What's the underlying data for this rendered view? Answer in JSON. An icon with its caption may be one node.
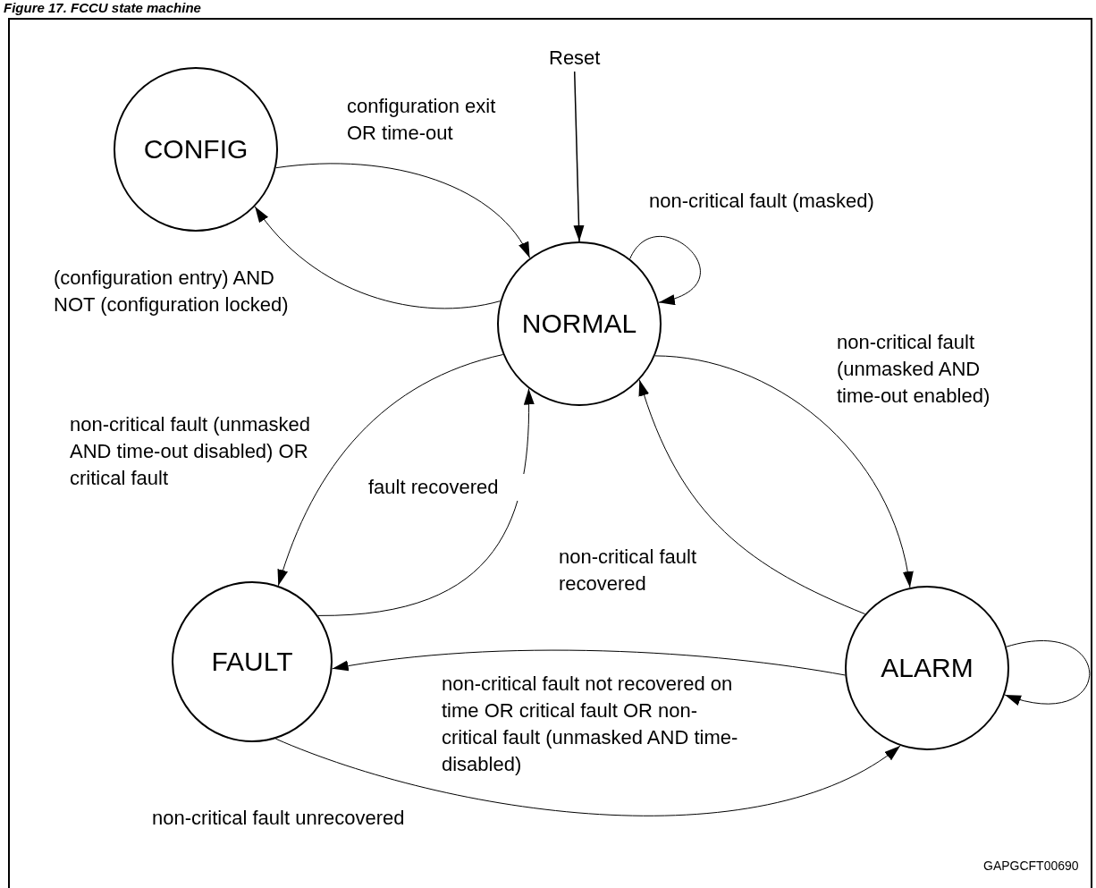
{
  "diagram": {
    "title": "Figure 17. FCCU state machine",
    "nodes": [
      {
        "text": [
          "CONFIG"
        ]
      },
      {
        "text": [
          "NORMAL"
        ]
      },
      {
        "text": [
          "FAULT"
        ]
      },
      {
        "text": [
          "ALARM"
        ]
      },
      {
        "text": [
          "Reset"
        ]
      }
    ],
    "edges": [
      {
        "from": 0,
        "to": 1,
        "arrow": "to",
        "label": "configuration exit OR time-out"
      },
      {
        "from": 1,
        "to": 0,
        "arrow": "to",
        "label": "(configuration entry) AND NOT (configuration locked)"
      },
      {
        "from": 4,
        "to": 1,
        "arrow": "to"
      },
      {
        "from": 1,
        "to": 1,
        "arrow": "to",
        "label": "non-critical fault (masked)"
      },
      {
        "from": 1,
        "to": 3,
        "arrow": "to",
        "label": "non-critical fault (unmasked AND time-out enabled)"
      },
      {
        "from": 1,
        "to": 2,
        "arrow": "to",
        "label": "non-critical fault (unmasked AND time-out disabled) OR critical fault"
      },
      {
        "from": 2,
        "to": 1,
        "arrow": "to",
        "label": "fault recovered"
      },
      {
        "from": 3,
        "to": 1,
        "arrow": "to",
        "label": "non-critical fault recovered"
      },
      {
        "from": 3,
        "to": 2,
        "arrow": "to",
        "label": "non-critical fault not recovered on time OR critical fault OR non-critical fault (unmasked AND time-disabled)"
      },
      {
        "from": 2,
        "to": 3,
        "arrow": "to",
        "label": "non-critical fault unrecovered"
      },
      {
        "from": 3,
        "to": 3,
        "arrow": "to"
      }
    ],
    "labels": [
      "GAPGCFT00690"
    ]
  }
}
